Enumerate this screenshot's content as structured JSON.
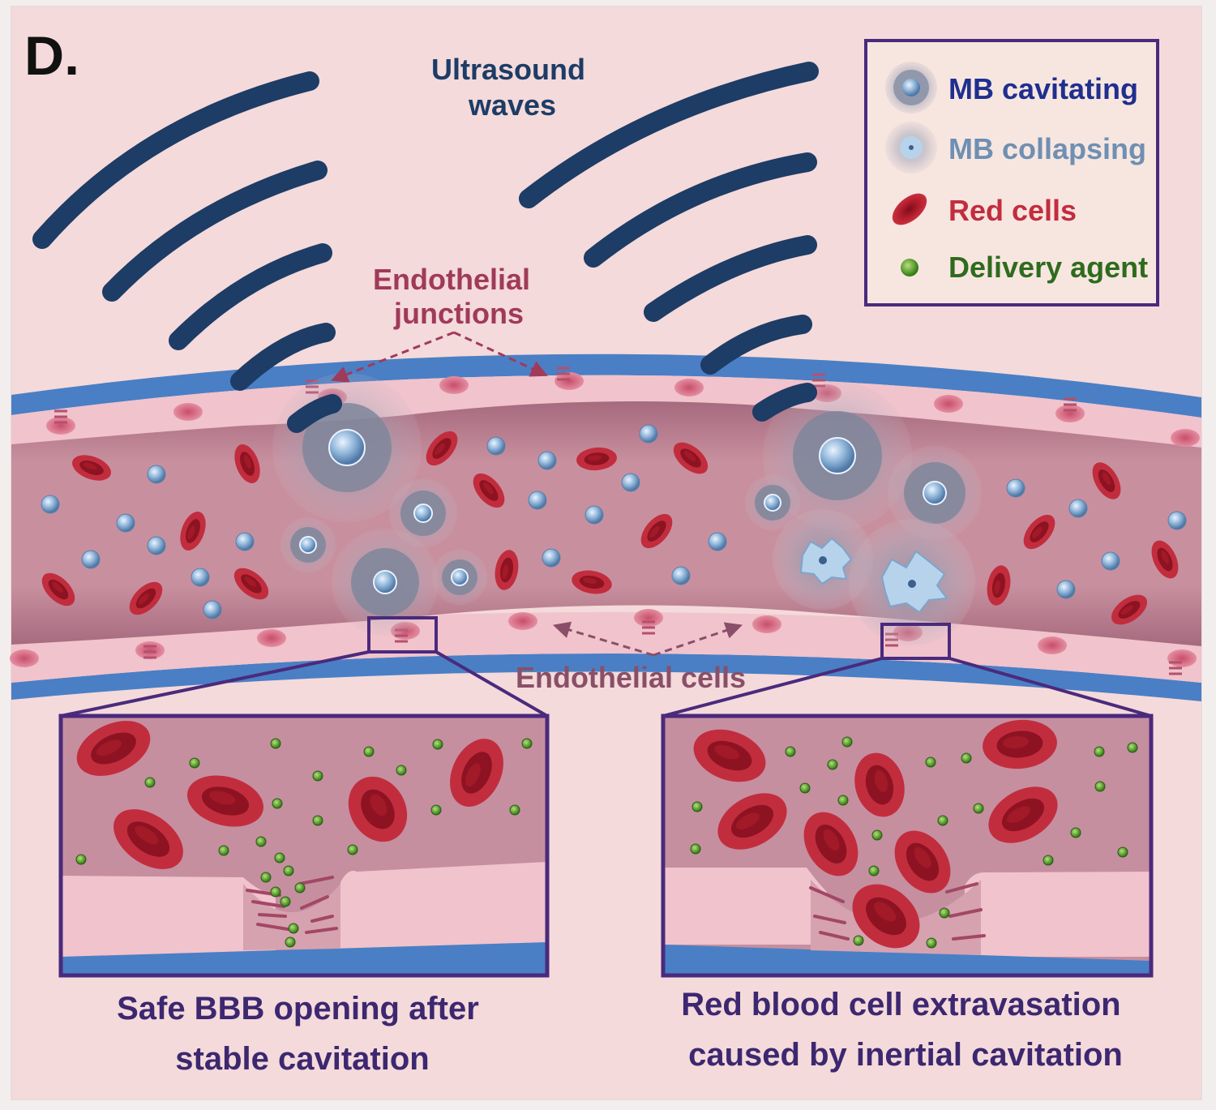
{
  "panel_label": "D.",
  "ultrasound_label": [
    "Ultrasound",
    "waves"
  ],
  "junctions_label": [
    "Endothelial",
    "junctions"
  ],
  "cells_label": "Endothelial cells",
  "legend": {
    "items": [
      {
        "label": "MB cavitating",
        "icon": "microbubble-cavitating-icon",
        "color": "#1f2f8e"
      },
      {
        "label": "MB collapsing",
        "icon": "microbubble-collapsing-icon",
        "color": "#6f8fb3"
      },
      {
        "label": "Red cells",
        "icon": "red-cell-icon",
        "color": "#c22d3e"
      },
      {
        "label": "Delivery agent",
        "icon": "delivery-agent-icon",
        "color": "#2f6b1d"
      }
    ]
  },
  "insets": {
    "left_caption": [
      "Safe BBB opening after",
      "stable cavitation"
    ],
    "right_caption": [
      "Red blood cell extravasation",
      "caused by inertial cavitation"
    ]
  },
  "colors": {
    "background": "#f4dada",
    "wave": "#1d3c66",
    "vessel_wall": "#4a7fc5",
    "endothelium": "#f1c3cc",
    "lumen": "#c48a9a",
    "red_cell": "#b91f2e",
    "agent": "#3f8f1f",
    "frame": "#4a2a7c",
    "junction_text": "#a03a5a",
    "caption": "#3c2770"
  }
}
